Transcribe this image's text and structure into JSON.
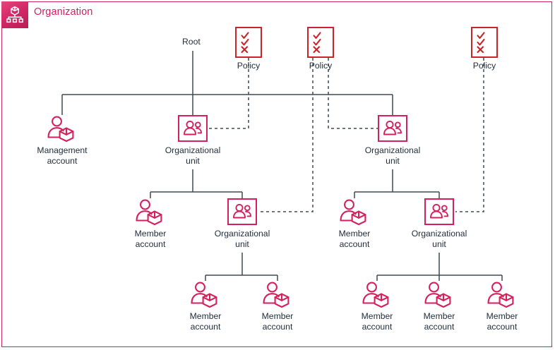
{
  "frame": {
    "title": "Organization",
    "badge_icon": "organization-cube-hierarchy-icon",
    "accent_color": "#D4215C",
    "border_color": "#C9265C",
    "text_color": "#232F3E",
    "policy_color": "#CC2229",
    "line_color": "#3F4953"
  },
  "root": {
    "label": "Root"
  },
  "policies": [
    {
      "id": "policy-1",
      "label": "Policy",
      "icon": "policy-checklist-icon"
    },
    {
      "id": "policy-2",
      "label": "Policy",
      "icon": "policy-checklist-icon"
    },
    {
      "id": "policy-3",
      "label": "Policy",
      "icon": "policy-checklist-icon"
    }
  ],
  "nodes": [
    {
      "id": "management-account",
      "type": "account",
      "icon": "account-person-cube-icon",
      "label": "Management\naccount"
    },
    {
      "id": "ou-left",
      "type": "ou",
      "icon": "organizational-unit-group-icon",
      "label": "Organizational\nunit"
    },
    {
      "id": "ou-right",
      "type": "ou",
      "icon": "organizational-unit-group-icon",
      "label": "Organizational\nunit"
    },
    {
      "id": "member-account-left",
      "type": "account",
      "icon": "account-person-cube-icon",
      "label": "Member\naccount"
    },
    {
      "id": "ou-left-child",
      "type": "ou",
      "icon": "organizational-unit-group-icon",
      "label": "Organizational\nunit"
    },
    {
      "id": "member-account-right",
      "type": "account",
      "icon": "account-person-cube-icon",
      "label": "Member\naccount"
    },
    {
      "id": "ou-right-child",
      "type": "ou",
      "icon": "organizational-unit-group-icon",
      "label": "Organizational\nunit"
    },
    {
      "id": "member-account-l1",
      "type": "account",
      "icon": "account-person-cube-icon",
      "label": "Member\naccount"
    },
    {
      "id": "member-account-l2",
      "type": "account",
      "icon": "account-person-cube-icon",
      "label": "Member\naccount"
    },
    {
      "id": "member-account-r1",
      "type": "account",
      "icon": "account-person-cube-icon",
      "label": "Member\naccount"
    },
    {
      "id": "member-account-r2",
      "type": "account",
      "icon": "account-person-cube-icon",
      "label": "Member\naccount"
    },
    {
      "id": "member-account-r3",
      "type": "account",
      "icon": "account-person-cube-icon",
      "label": "Member\naccount"
    }
  ]
}
